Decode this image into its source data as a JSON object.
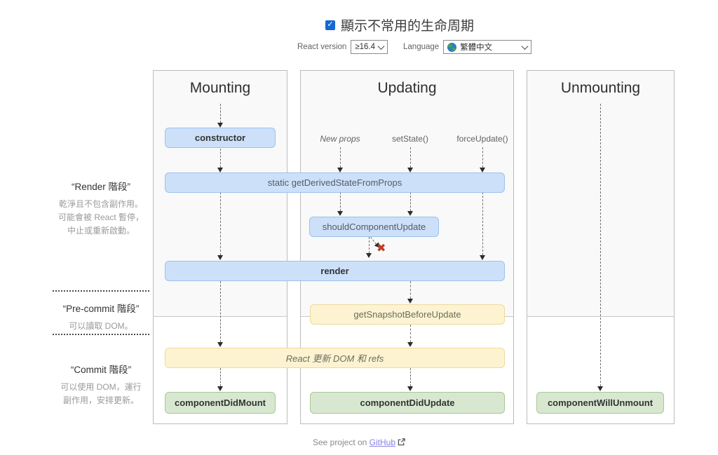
{
  "header": {
    "toggle_label": "顯示不常用的生命周期",
    "toggle_checked": true,
    "react_version_label": "React version",
    "react_version_value": "≥16.4",
    "language_label": "Language",
    "language_value": "繁體中文"
  },
  "icons": {
    "check": "✓",
    "abort_x": "✖"
  },
  "phases": {
    "render": {
      "title": "“Render 階段”",
      "desc": "乾淨且不包含副作用。\n可能會被 React 暫停，\n中止或重新啟動。"
    },
    "pre_commit": {
      "title": "“Pre-commit 階段”",
      "desc": "可以讀取 DOM。"
    },
    "commit": {
      "title": "“Commit 階段”",
      "desc": "可以使用 DOM，運行\n副作用，安排更新。"
    }
  },
  "columns": {
    "mounting": "Mounting",
    "updating": "Updating",
    "unmounting": "Unmounting"
  },
  "triggers": {
    "new_props": "New props",
    "set_state": "setState()",
    "force_update": "forceUpdate()"
  },
  "boxes": {
    "constructor": "constructor",
    "get_derived_state": "static getDerivedStateFromProps",
    "should_component_update": "shouldComponentUpdate",
    "render": "render",
    "get_snapshot": "getSnapshotBeforeUpdate",
    "react_updates_dom": "React 更新 DOM 和 refs",
    "component_did_mount": "componentDidMount",
    "component_did_update": "componentDidUpdate",
    "component_will_unmount": "componentWillUnmount"
  },
  "footer": {
    "text_before_link": "See project on ",
    "link_label": "GitHub"
  },
  "colors": {
    "accent_blue": "#1767d2",
    "box_blue": "#cce0f9",
    "box_yellow": "#fdf3d1",
    "box_green": "#d8e8d0",
    "abort_red": "#c23b22",
    "link_purple": "#8780e8"
  }
}
